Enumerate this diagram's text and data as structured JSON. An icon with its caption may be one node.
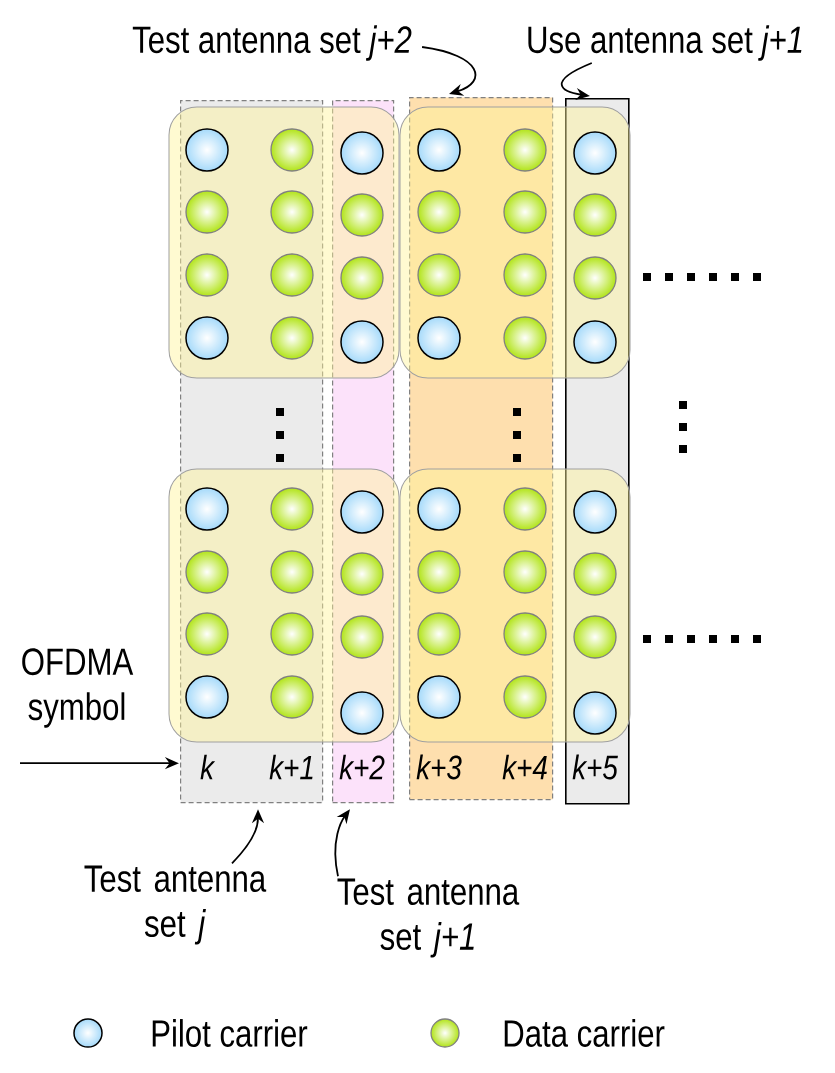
{
  "diagram": {
    "nodes": [
      {
        "text": [
          "k",
          "k+1"
        ]
      },
      {
        "text": [
          "k+2"
        ]
      },
      {
        "text": [
          "k+3",
          "k+4"
        ]
      },
      {
        "text": [
          "k+5"
        ]
      },
      {
        "text": [
          "Test antenna set *j+2*"
        ]
      },
      {
        "text": [
          "Use antenna set *j+1*"
        ]
      },
      {
        "text": [
          "Test antenna set *j*"
        ]
      },
      {
        "text": [
          "Test antenna set *j+1*"
        ]
      },
      {
        "text": [
          "OFDMA symbol"
        ]
      }
    ],
    "edges": [
      {
        "from": 4,
        "to": 2,
        "arrow": "to"
      },
      {
        "from": 5,
        "to": 3,
        "arrow": "to"
      },
      {
        "from": 6,
        "to": 0,
        "arrow": "to"
      },
      {
        "from": 7,
        "to": 1,
        "arrow": "to"
      },
      {
        "from": 8,
        "to": 0,
        "arrow": "to"
      }
    ],
    "legend": [
      {
        "text": "Pilot carrier"
      },
      {
        "text": "Data carrier"
      }
    ]
  }
}
